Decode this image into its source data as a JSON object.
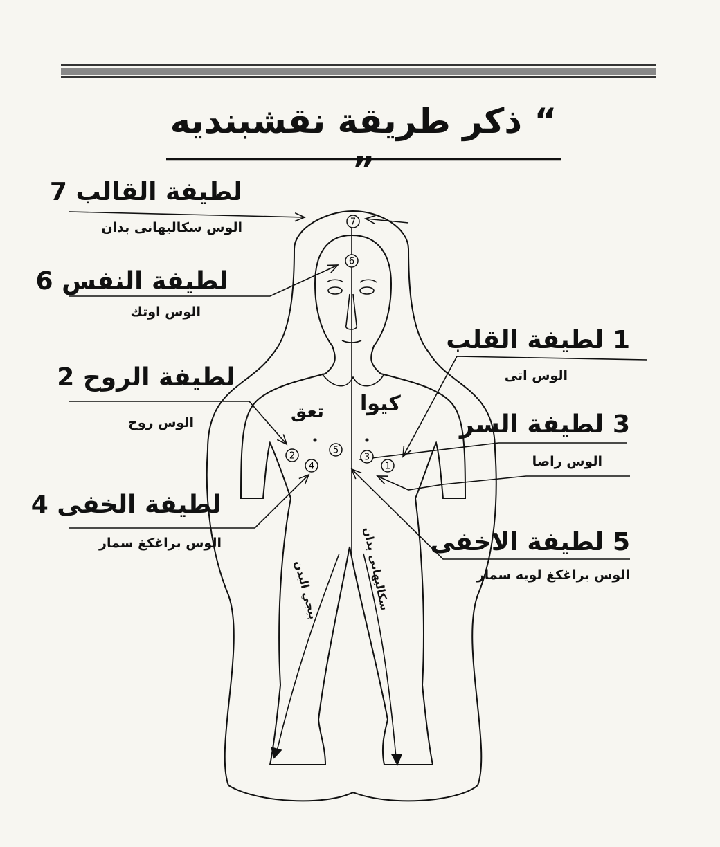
{
  "title": "“ ذكر طريقة نقشبنديه ”",
  "latifas": [
    {
      "num": "1",
      "name": "لطيفة القلب",
      "full": "1  لطيفة القلب",
      "sub": "الوس اتى"
    },
    {
      "num": "2",
      "name": "لطيفة الروح",
      "full": "لطيفة الروح 2",
      "sub": "الوس روح"
    },
    {
      "num": "3",
      "name": "لطيفة السر",
      "full": "3 لطيفة السر",
      "sub": "الوس راصا"
    },
    {
      "num": "4",
      "name": "لطيفة الخفى",
      "full": "لطيفة الخفى 4",
      "sub": "الوس براغكغ سمار"
    },
    {
      "num": "5",
      "name": "لطيفة الاخفى",
      "full": "5 لطيفة الاخفى",
      "sub": "الوس براغكغ لويه سمار"
    },
    {
      "num": "6",
      "name": "لطيفة النفس",
      "full": "لطيفة النفس 6",
      "sub": "الوس اوتك"
    },
    {
      "num": "7",
      "name": "لطيفة القالب",
      "full": "لطيفة القالب 7",
      "sub": "الوس سكاليهانى بدان"
    }
  ],
  "body_words": {
    "chest_right": "كيوا",
    "chest_left": "تعق",
    "leg_left": "بيجي البدن",
    "leg_right": "سكاليهاني بدان"
  },
  "colors": {
    "ink": "#111111",
    "paper": "#f7f6f1"
  }
}
